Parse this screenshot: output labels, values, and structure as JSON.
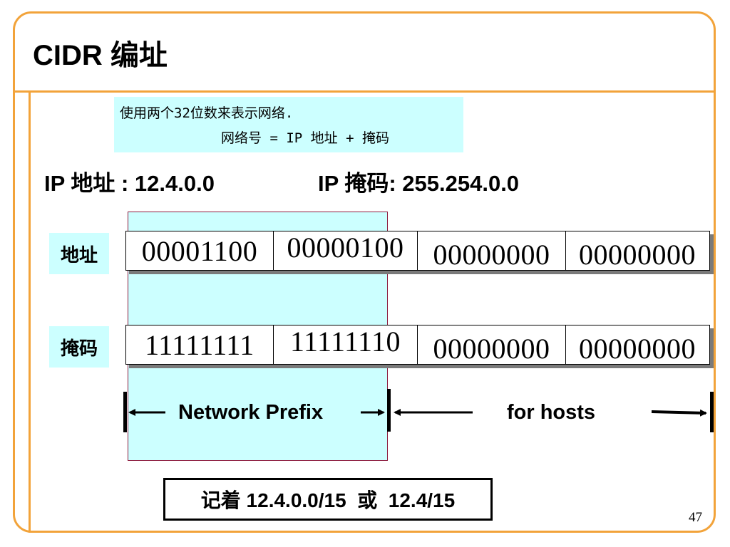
{
  "slide": {
    "title": "CIDR 编址",
    "note": {
      "line1": "使用两个32位数来表示网络.",
      "line2": "网络号 = IP 地址 + 掩码"
    },
    "ip_address_text": "IP 地址 : 12.4.0.0",
    "ip_mask_text": "IP 掩码: 255.254.0.0",
    "rows": {
      "address": {
        "label": "地址",
        "octets": [
          "00001100",
          "00000100",
          "00000000",
          "00000000"
        ]
      },
      "mask": {
        "label": "掩码",
        "octets": [
          "11111111",
          "11111110",
          "00000000",
          "00000000"
        ]
      }
    },
    "network_prefix_label": "Network Prefix",
    "hosts_label": "for hosts",
    "summary": "记着 12.4.0.0/15  或  12.4/15",
    "page_number": "47"
  },
  "colors": {
    "frame": "#f2a33a",
    "highlight": "#ccffff",
    "network_box_border": "#8b1a3d"
  }
}
